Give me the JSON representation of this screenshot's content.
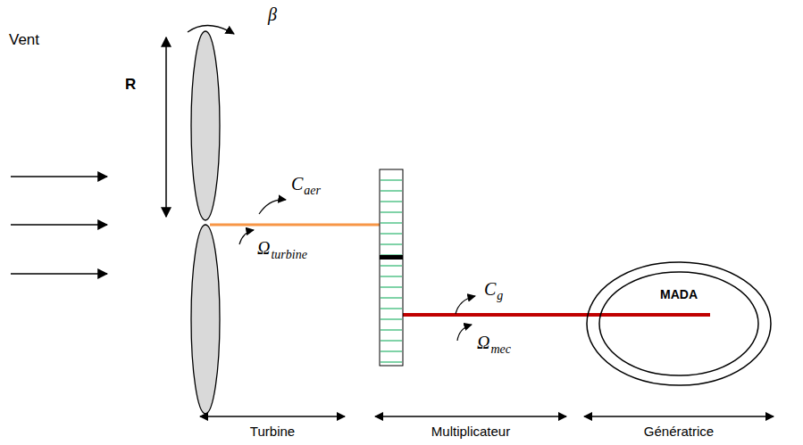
{
  "diagram": {
    "nodes": [
      {
        "text": [
          "MADA"
        ]
      }
    ],
    "labels": [
      "β",
      "R",
      "Vent",
      "C",
      "aer",
      "Ω",
      "turbine",
      "C",
      "g",
      "Ω",
      "mec",
      "Turbine",
      "Multiplicateur",
      "Génératrice"
    ]
  }
}
